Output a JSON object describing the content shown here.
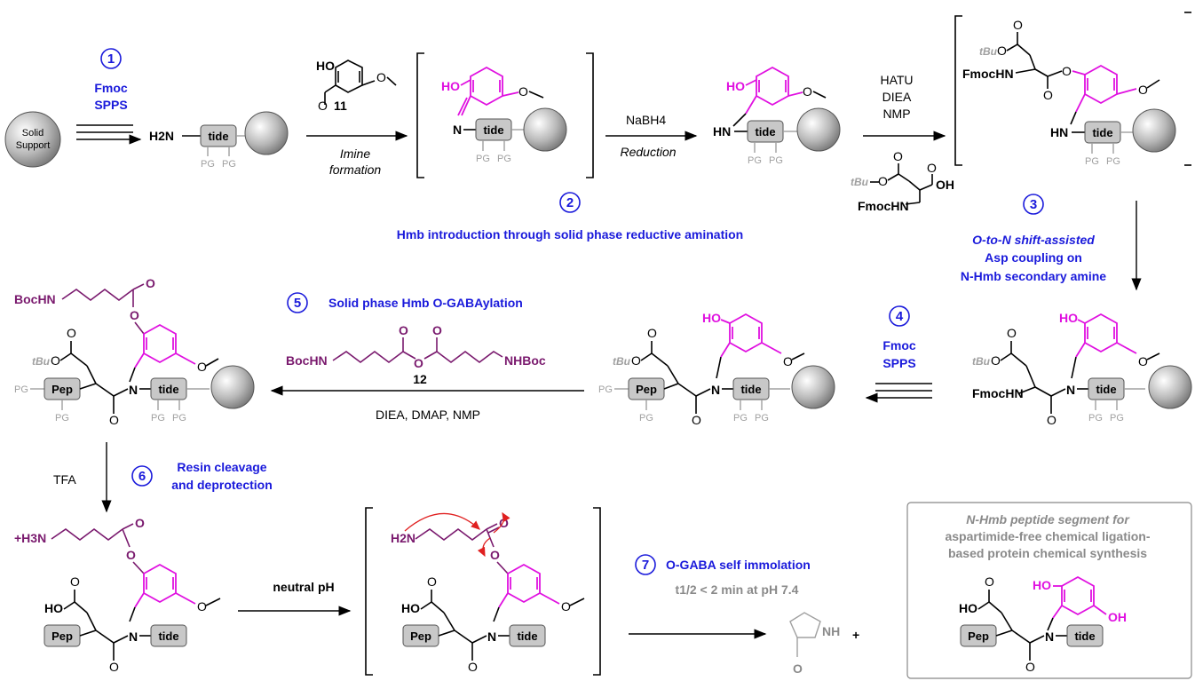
{
  "steps": {
    "s1": {
      "num": "1",
      "line1": "Fmoc",
      "line2": "SPPS"
    },
    "s2": {
      "num": "2",
      "text": "Hmb introduction through solid phase reductive amination"
    },
    "s3": {
      "num": "3",
      "line1": "O-to-N shift-assisted",
      "line2": "Asp coupling on",
      "line3": "N-Hmb secondary amine"
    },
    "s4": {
      "num": "4",
      "line1": "Fmoc",
      "line2": "SPPS"
    },
    "s5": {
      "num": "5",
      "text": "Solid phase Hmb O-GABAylation"
    },
    "s6": {
      "num": "6",
      "line1": "Resin cleavage",
      "line2": "and deprotection"
    },
    "s7": {
      "num": "7",
      "text": "O-GABA self immolation",
      "sub": "t1/2 < 2 min at pH 7.4"
    }
  },
  "labels": {
    "solid_support_1": "Solid",
    "solid_support_2": "Support",
    "h2n": "H2N",
    "tide": "tide",
    "pep": "Pep",
    "pg": "PG",
    "imine_1": "Imine",
    "imine_2": "formation",
    "nabh4": "NaBH4",
    "reduction": "Reduction",
    "hatu": "HATU",
    "diea": "DIEA",
    "nmp": "NMP",
    "cmpd11": "11",
    "cmpd12": "12",
    "reagents5": "DIEA, DMAP, NMP",
    "tfa": "TFA",
    "neutral": "neutral pH",
    "ho": "HO",
    "n": "N",
    "hn": "HN",
    "fmochn": "FmocHN",
    "tbu": "tBu",
    "oh": "OH",
    "bochn": "BocHN",
    "nhboc": "NHBoc",
    "h3n": "+H3N",
    "nh": "NH",
    "o": "O",
    "plus": "+",
    "final_1": "N-Hmb peptide segment for",
    "final_2": "aspartimide-free chemical ligation-",
    "final_3": "based protein chemical synthesis"
  },
  "colors": {
    "blue": "#1a1adb",
    "magenta": "#e010e0",
    "purple": "#7a1a6e",
    "gray": "#8a8a8a",
    "red": "#e02020"
  }
}
